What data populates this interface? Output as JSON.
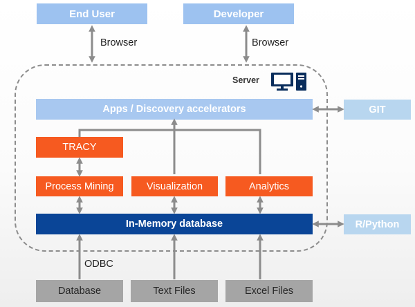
{
  "top": {
    "end_user": "End User",
    "developer": "Developer",
    "browser_left": "Browser",
    "browser_right": "Browser"
  },
  "server": {
    "label": "Server",
    "icon": "server-computer-icon"
  },
  "apps_bar": "Apps / Discovery accelerators",
  "git": "GIT",
  "tracy": "TRACY",
  "modules": {
    "process_mining": "Process Mining",
    "visualization": "Visualization",
    "analytics": "Analytics"
  },
  "database_bar": "In-Memory database",
  "r_python": "R/Python",
  "odbc": "ODBC",
  "sources": {
    "database": "Database",
    "text_files": "Text Files",
    "excel_files": "Excel Files"
  },
  "colors": {
    "light_blue": "#9dc2f0",
    "orange": "#f65a20",
    "navy": "#0a4597",
    "gray": "#a5a5a5",
    "connector": "#8c8c8c"
  }
}
